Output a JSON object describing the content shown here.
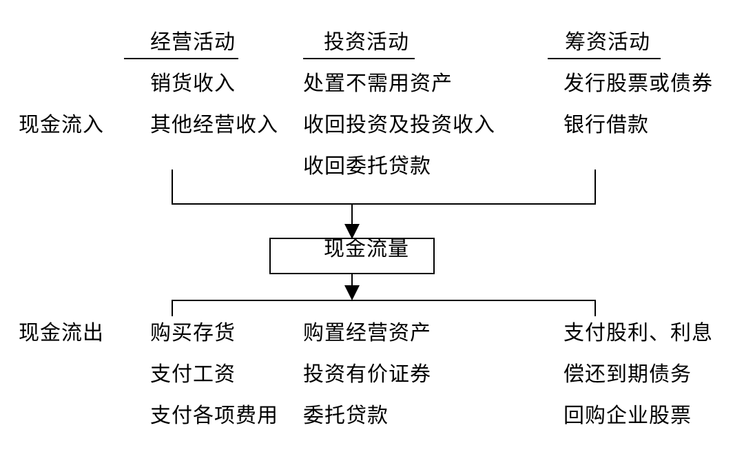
{
  "headers": {
    "operating": "经营活动",
    "investing": "投资活动",
    "financing": "筹资活动"
  },
  "inflow": {
    "label": "现金流入",
    "operating": [
      "销货收入",
      "其他经营收入"
    ],
    "investing": [
      "处置不需用资产",
      "收回投资及投资收入",
      "收回委托贷款"
    ],
    "financing": [
      "发行股票或债券",
      "银行借款"
    ]
  },
  "center": {
    "label": "现金流量"
  },
  "outflow": {
    "label": "现金流出",
    "operating": [
      "购买存货",
      "支付工资",
      "支付各项费用"
    ],
    "investing": [
      "购置经营资产",
      "投资有价证券",
      "委托贷款"
    ],
    "financing": [
      "支付股利、利息",
      "偿还到期债务",
      "回购企业股票"
    ]
  }
}
